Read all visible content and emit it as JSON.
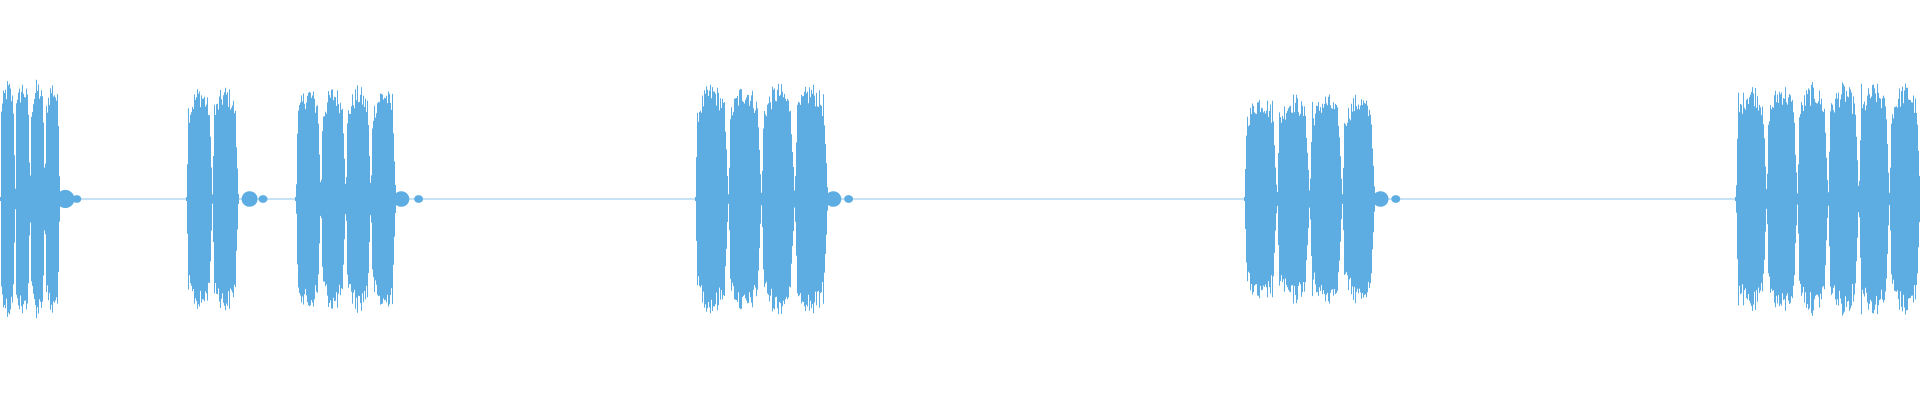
{
  "waveform": {
    "color": "#5dade2",
    "background": "#ffffff",
    "channels": 1,
    "bursts": [
      {
        "start": 0.0,
        "end": 0.031,
        "peak": 0.93,
        "lobes": 4
      },
      {
        "start": 0.097,
        "end": 0.124,
        "peak": 0.88,
        "lobes": 2
      },
      {
        "start": 0.154,
        "end": 0.206,
        "peak": 0.88,
        "lobes": 4
      },
      {
        "start": 0.362,
        "end": 0.431,
        "peak": 0.9,
        "lobes": 4
      },
      {
        "start": 0.648,
        "end": 0.716,
        "peak": 0.82,
        "lobes": 4
      },
      {
        "start": 0.904,
        "end": 1.0,
        "peak": 0.9,
        "lobes": 6
      }
    ],
    "tails": [
      {
        "pos": 0.034,
        "amp": 0.07
      },
      {
        "pos": 0.04,
        "amp": 0.03
      },
      {
        "pos": 0.13,
        "amp": 0.06
      },
      {
        "pos": 0.137,
        "amp": 0.03
      },
      {
        "pos": 0.209,
        "amp": 0.06
      },
      {
        "pos": 0.218,
        "amp": 0.03
      },
      {
        "pos": 0.434,
        "amp": 0.06
      },
      {
        "pos": 0.442,
        "amp": 0.03
      },
      {
        "pos": 0.719,
        "amp": 0.06
      },
      {
        "pos": 0.727,
        "amp": 0.03
      }
    ]
  }
}
